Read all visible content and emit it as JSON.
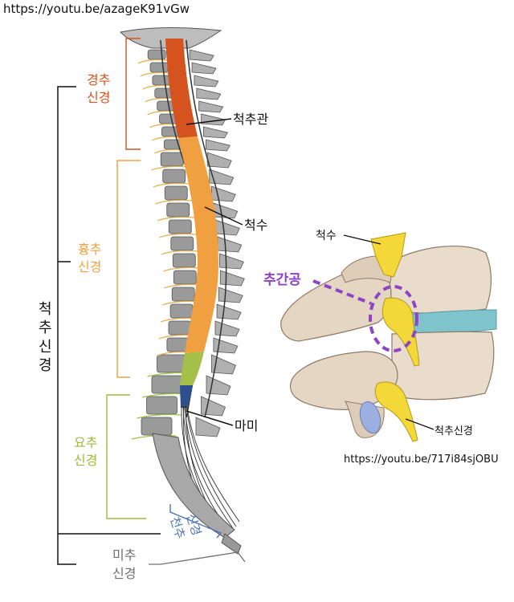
{
  "urls": {
    "top": "https://youtu.be/azageK91vGw",
    "bottom": "https://youtu.be/717i84sjOBU"
  },
  "left_figure": {
    "group_label": [
      "척",
      "추",
      "신",
      "경"
    ],
    "sections": [
      {
        "id": "cervical",
        "lines": [
          "경추",
          "신경"
        ],
        "color": "#d4531f"
      },
      {
        "id": "thoracic",
        "lines": [
          "흉추",
          "신경"
        ],
        "color": "#f0a040"
      },
      {
        "id": "lumbar",
        "lines": [
          "요추",
          "신경"
        ],
        "color": "#9cbb3c"
      },
      {
        "id": "sacral",
        "lines": [
          "천추",
          "신경"
        ],
        "color": "#4a73b8"
      },
      {
        "id": "coccygeal",
        "lines": [
          "미추",
          "신경"
        ],
        "color": "#707070"
      }
    ],
    "callouts": {
      "spinal_canal": "척추관",
      "spinal_cord": "척수",
      "cauda_equina": "마미"
    }
  },
  "right_figure": {
    "spinal_cord": "척수",
    "foramen": "추간공",
    "spinal_nerve": "척추신경",
    "foramen_color": "#8e44c4"
  }
}
